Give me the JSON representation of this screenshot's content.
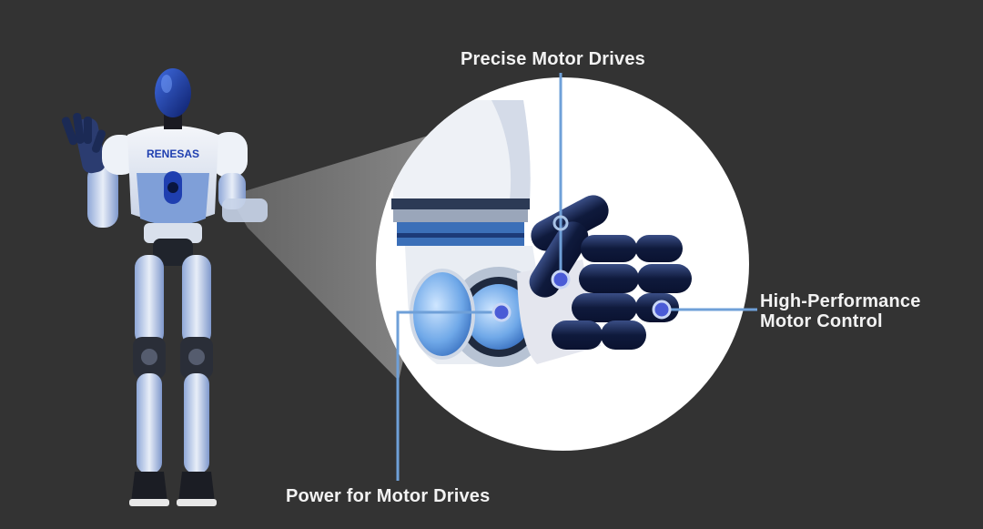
{
  "robot": {
    "chest_logo": "RENESAS"
  },
  "callouts": {
    "precise_motor_drives": "Precise Motor Drives",
    "power_for_motor_drives": "Power for Motor Drives",
    "high_performance_line1": "High-Performance",
    "high_performance_line2": "Motor Control"
  },
  "colors": {
    "background": "#333333",
    "magnifier_circle": "#ffffff",
    "callout_line": "#6fa0d8",
    "callout_dot": "#4a5bd6",
    "robot_blue": "#1f3fb0",
    "finger_navy": "#0e1a3e"
  }
}
